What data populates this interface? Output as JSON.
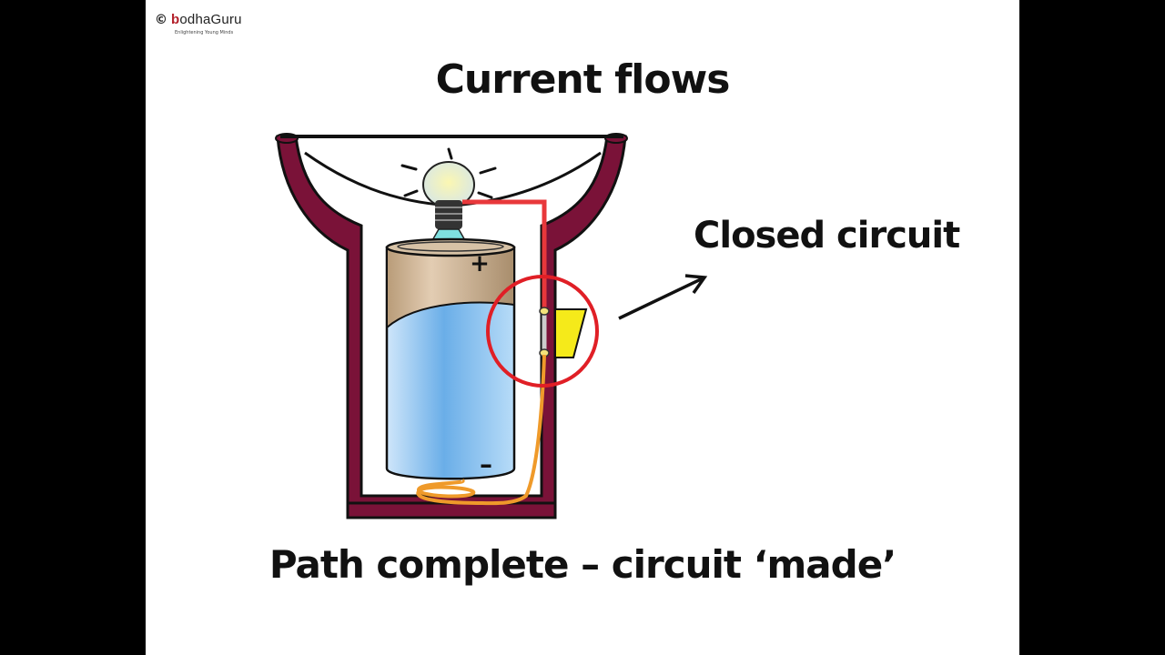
{
  "logo": {
    "copyright_symbol": "©",
    "brand_first": "b",
    "brand_rest": "odhaGuru",
    "tagline": "Enlightening Young Minds"
  },
  "slide": {
    "title": "Current flows",
    "callout_label": "Closed circuit",
    "caption": "Path complete – circuit ‘made’"
  },
  "diagram": {
    "battery_positive_sign": "+",
    "battery_negative_sign": "–",
    "colors": {
      "torch_body": "#7a1238",
      "battery_top": "#c8ad8c",
      "battery_bottom": "#8fc4ef",
      "wire_red": "#e8383b",
      "wire_orange": "#ef9a2a",
      "switch_yellow": "#f5ea1a",
      "highlight_circle": "#e01f26"
    }
  }
}
